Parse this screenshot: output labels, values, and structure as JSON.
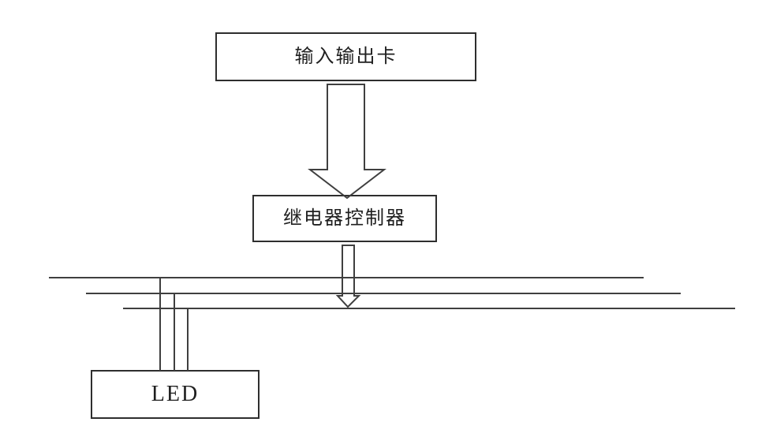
{
  "colors": {
    "background": "#ffffff",
    "stroke": "#3f3f3f",
    "box_border": "#2e2e2e",
    "text": "#1f1f1f"
  },
  "diagram": {
    "nodes": {
      "io_card": {
        "label": "输入输出卡"
      },
      "relay_controller": {
        "label": "继电器控制器"
      },
      "led": {
        "label": "LED"
      }
    },
    "connectors": {
      "io_to_relay": "block-arrow-down",
      "relay_to_bus": "block-arrow-down",
      "bus_line_count": 3,
      "led_wire_count": 3
    }
  }
}
